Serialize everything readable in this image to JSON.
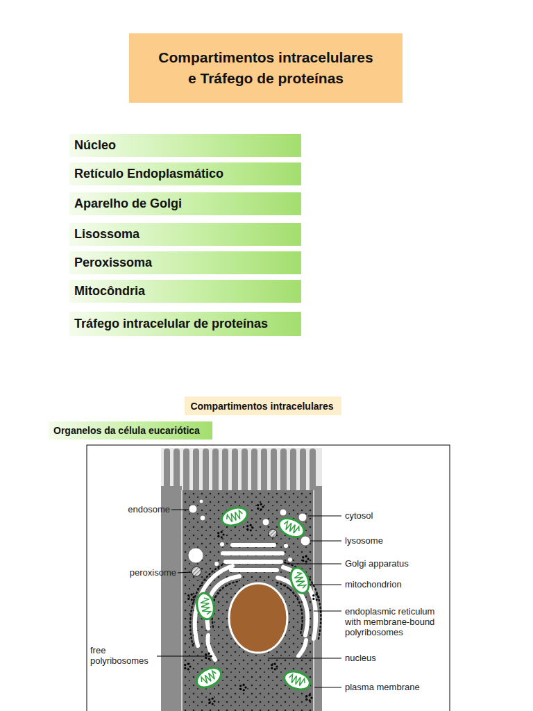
{
  "diagram": {
    "title": "Compartimentos intracelulares e Tráfego de proteínas",
    "nodes": [
      {
        "text": [
          "Núcleo"
        ]
      },
      {
        "text": [
          "Retículo Endoplasmático"
        ]
      },
      {
        "text": [
          "Aparelho de Golgi"
        ]
      },
      {
        "text": [
          "Lisossoma"
        ]
      },
      {
        "text": [
          "Peroxissoma"
        ]
      },
      {
        "text": [
          "Mitocôndria"
        ]
      },
      {
        "text": [
          "Tráfego intracelular de proteínas"
        ]
      },
      {
        "text": [
          "Compartimentos intracelulares"
        ]
      },
      {
        "text": [
          "Organelos da célula eucariótica"
        ]
      }
    ],
    "labels": [
      "endosome",
      "peroxisome",
      "free polyribosomes",
      "cytosol",
      "lysosome",
      "Golgi apparatus",
      "mitochondrion",
      "endoplasmic reticulum with membrane-bound polyribosomes",
      "nucleus",
      "plasma membrane"
    ]
  }
}
